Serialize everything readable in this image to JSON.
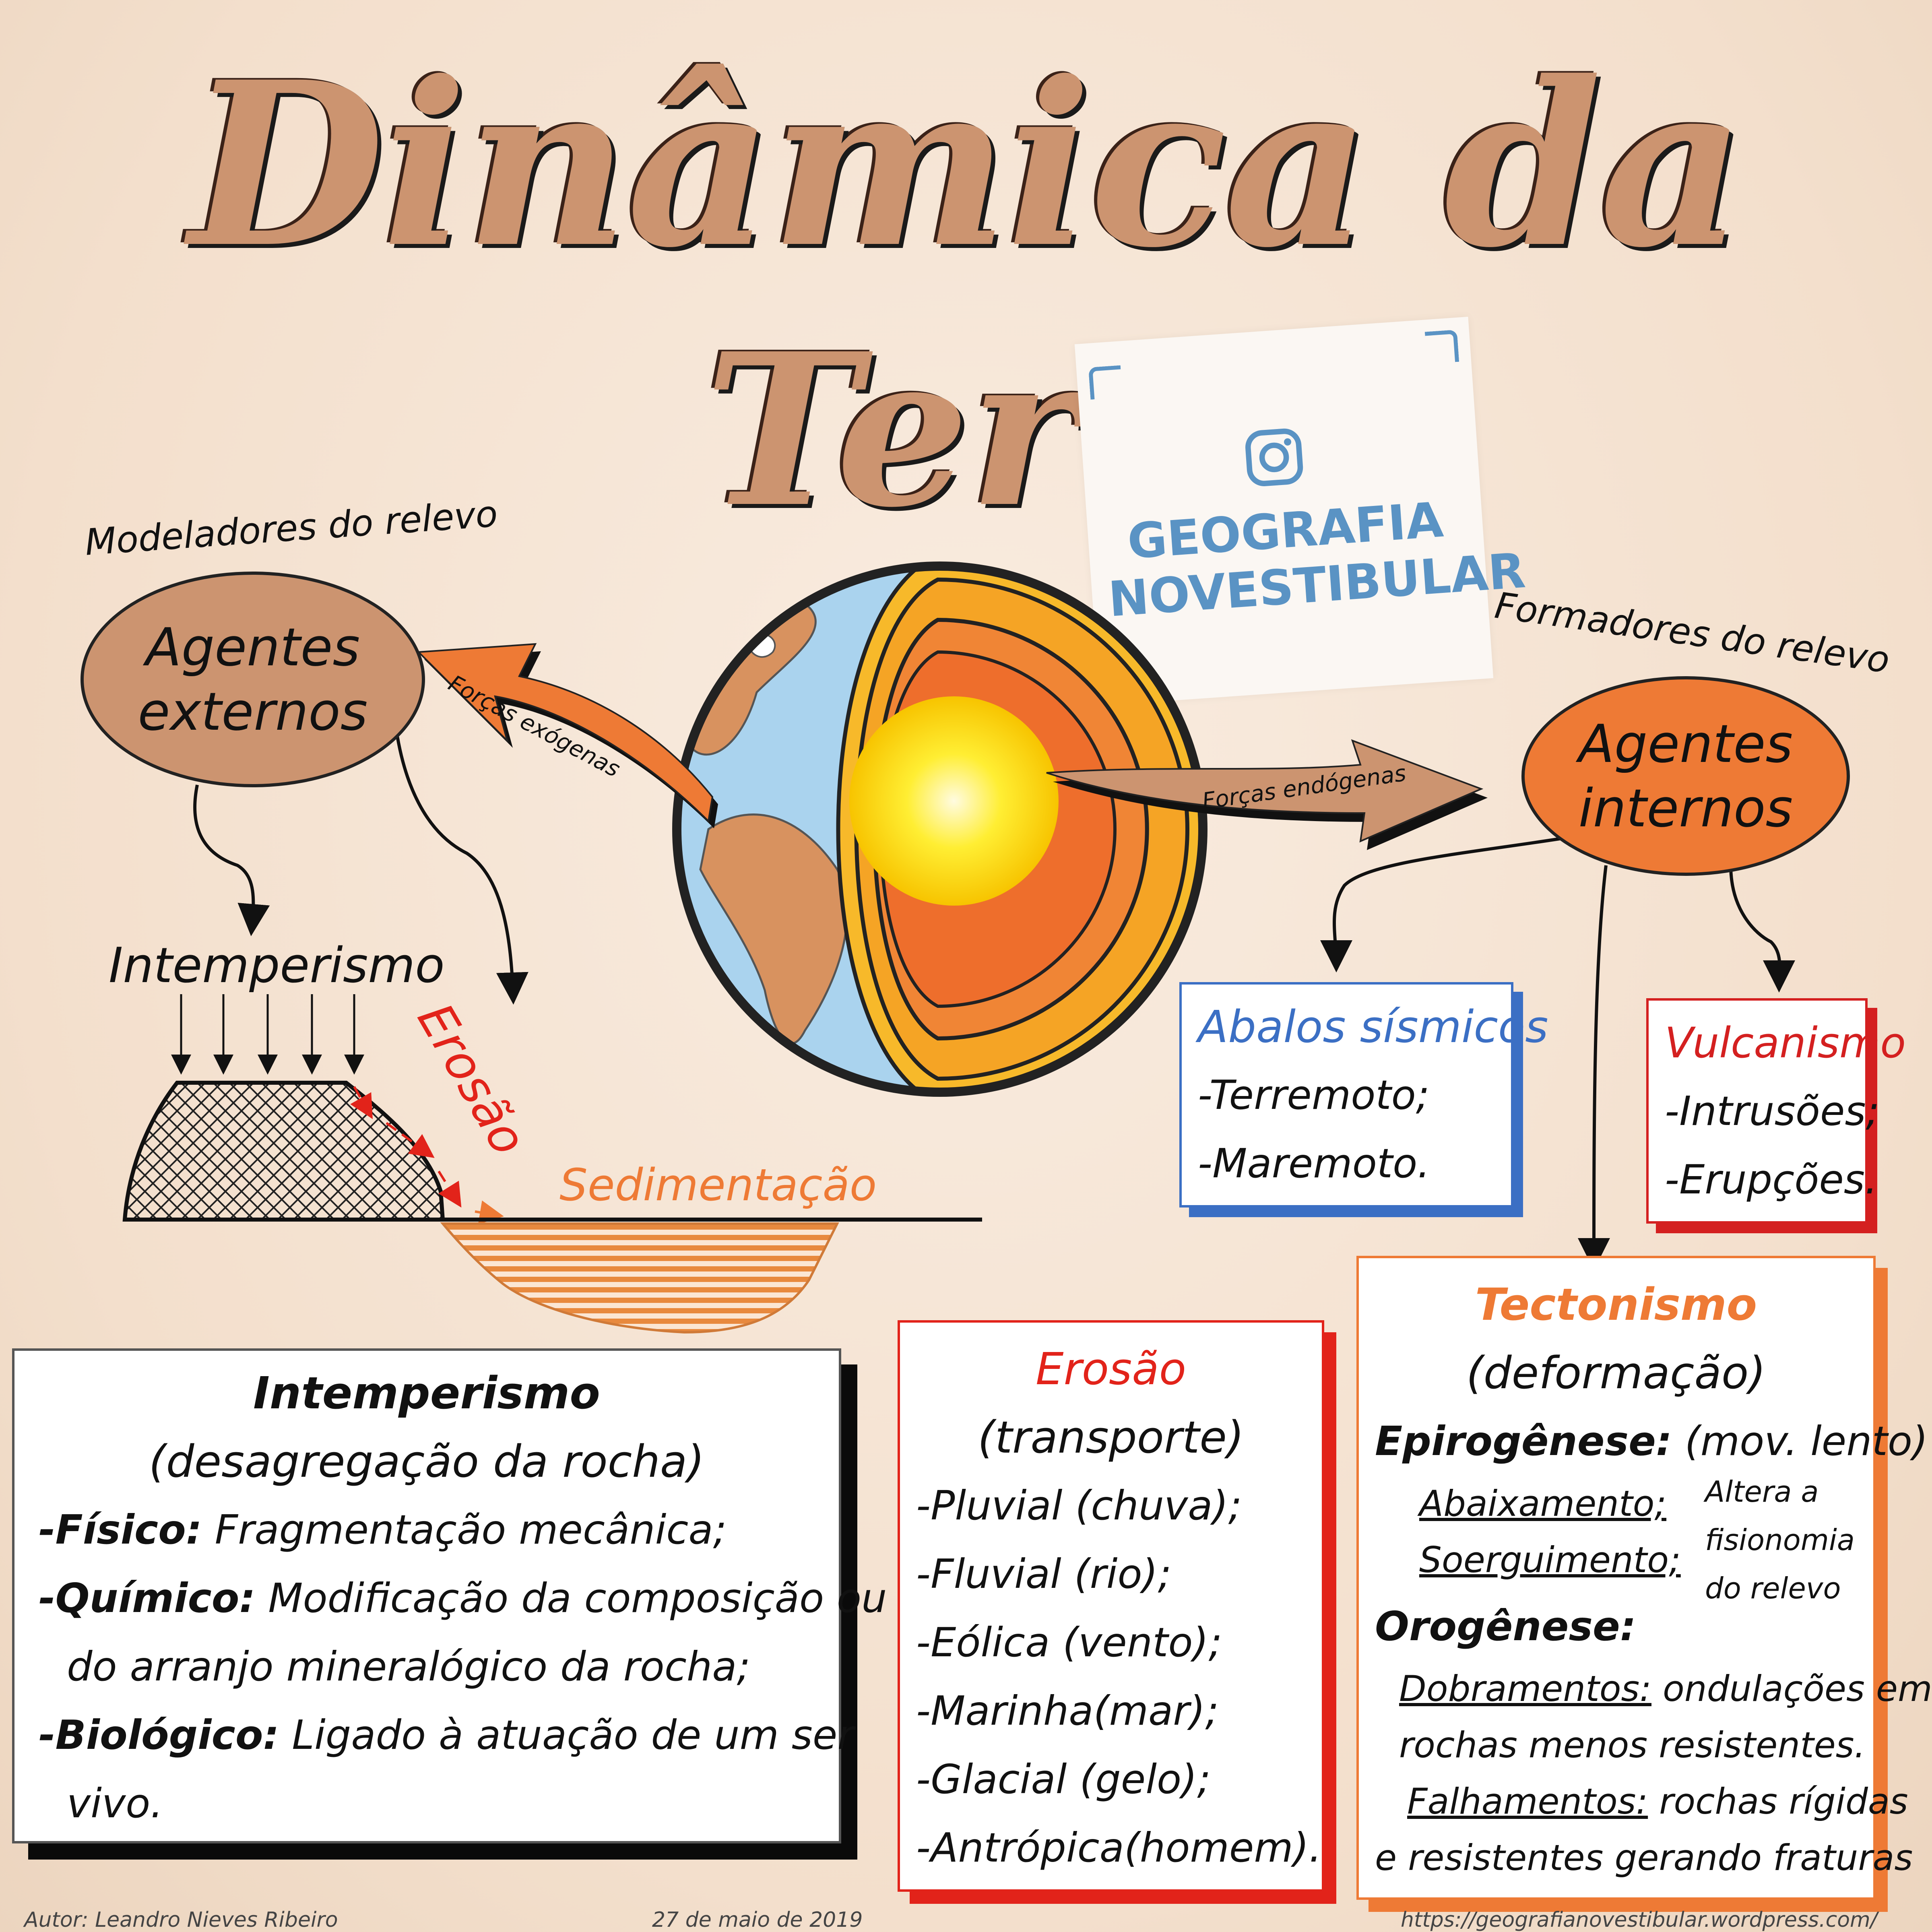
{
  "title": {
    "line1": "Dinâmica da",
    "line2": "Terra"
  },
  "badge": {
    "text_line1": "GEOGRAFIA",
    "text_line2": "NOVESTIBULAR",
    "icon": "instagram-icon",
    "color": "#5a93c4"
  },
  "left": {
    "caption": "Modeladores do relevo",
    "oval_line1": "Agentes",
    "oval_line2": "externos",
    "arrow_label": "Forças exógenas",
    "intemperismo_label": "Intemperismo",
    "erosao_label": "Erosão",
    "sedimentacao_label": "Sedimentação"
  },
  "right": {
    "caption": "Formadores do relevo",
    "oval_line1": "Agentes",
    "oval_line2": "internos",
    "arrow_label": "Forças endógenas"
  },
  "abalos": {
    "title": "Abalos sísmicos",
    "items": [
      "-Terremoto;",
      "-Maremoto."
    ]
  },
  "vulcanismo": {
    "title": "Vulcanismo",
    "items": [
      "-Intrusões;",
      "-Erupções."
    ]
  },
  "intemperismo_box": {
    "title": "Intemperismo",
    "subtitle": "(desagregação da rocha)",
    "fisico_label": "-Físico:",
    "fisico_text": " Fragmentação mecânica;",
    "quimico_label": "-Químico:",
    "quimico_text": " Modificação da composição ou",
    "quimico_text2": "do arranjo mineralógico da rocha;",
    "biologico_label": "-Biológico:",
    "biologico_text": " Ligado à atuação de um ser",
    "biologico_text2": "vivo."
  },
  "erosao_box": {
    "title": "Erosão",
    "subtitle": "(transporte)",
    "items": [
      "-Pluvial (chuva);",
      "-Fluvial (rio);",
      "-Eólica (vento);",
      "-Marinha(mar);",
      "-Glacial (gelo);",
      "-Antrópica(homem)."
    ]
  },
  "tectonismo_box": {
    "title": "Tectonismo",
    "subtitle": "(deformação)",
    "epiro_label": "Epirogênese:",
    "epiro_text": " (mov. lento)",
    "abaix": "Abaixamento;",
    "soerg": "Soerguimento;",
    "side_note_1": "Altera a",
    "side_note_2": "fisionomia",
    "side_note_3": "do relevo",
    "oro_label": "Orogênese:",
    "dobr_label": "Dobramentos:",
    "dobr_text": " ondulações em",
    "dobr_text2": "rochas menos resistentes.",
    "falh_label": "Falhamentos:",
    "falh_text": " rochas rígidas",
    "falh_text2": "e resistentes gerando fraturas"
  },
  "footer": {
    "author": "Autor: Leandro Nieves Ribeiro",
    "date": "27 de maio de 2019",
    "url": "https://geografianovestibular.wordpress.com/"
  },
  "colors": {
    "tan": "#cc9470",
    "orange": "#ee7a35",
    "red": "#e2231a",
    "blue": "#3b6fc4"
  }
}
